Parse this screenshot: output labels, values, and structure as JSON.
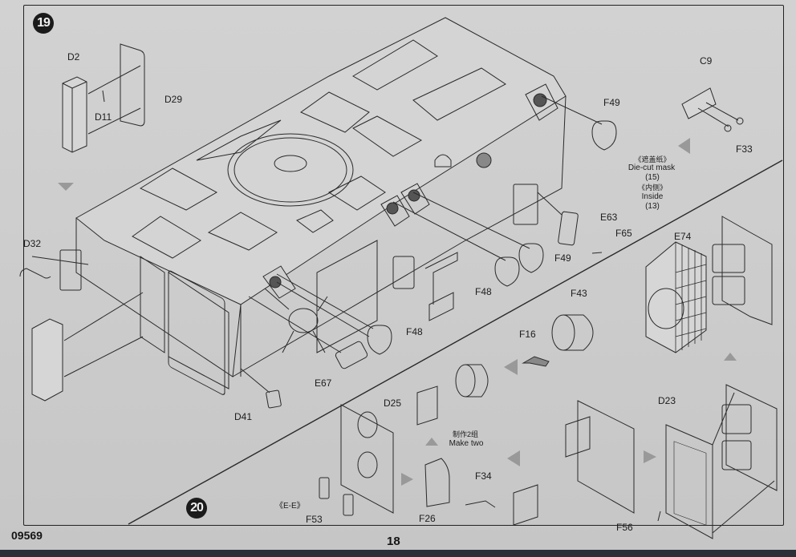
{
  "document": {
    "type": "model kit assembly instructions",
    "kit_number": "09569",
    "page_number": "18"
  },
  "steps": [
    {
      "number": "19",
      "parts": [
        "D2",
        "D11",
        "D29",
        "D32",
        "D41",
        "E67",
        "F48",
        "F48",
        "F49",
        "F49",
        "E63",
        "F65",
        "C9",
        "F33"
      ],
      "notes": {
        "mask_cn": "《遮盖纸》",
        "mask_en": "Die-cut mask",
        "mask_no": "(15)",
        "inside_cn": "《内侧》",
        "inside_en": "Inside",
        "inside_no": "(13)"
      }
    },
    {
      "number": "20",
      "parts": [
        "E74",
        "F43",
        "F16",
        "D25",
        "F53",
        "F26",
        "F34",
        "D23",
        "F56"
      ],
      "notes": {
        "view": "《E-E》",
        "make_two_cn": "制作2组",
        "make_two_en": "Make two"
      }
    }
  ],
  "labels": {
    "d2": "D2",
    "d11": "D11",
    "d29": "D29",
    "d32": "D32",
    "d41": "D41",
    "e67": "E67",
    "f48a": "F48",
    "f48b": "F48",
    "f49a": "F49",
    "f49b": "F49",
    "e63": "E63",
    "f65": "F65",
    "c9": "C9",
    "f33": "F33",
    "e74": "E74",
    "f43": "F43",
    "f16": "F16",
    "d25": "D25",
    "f53": "F53",
    "f26": "F26",
    "f34": "F34",
    "d23": "D23",
    "f56": "F56"
  },
  "colors": {
    "paper": "#cdcdcd",
    "ink": "#1d1d1d",
    "step_badge": "#1b1b1b"
  }
}
